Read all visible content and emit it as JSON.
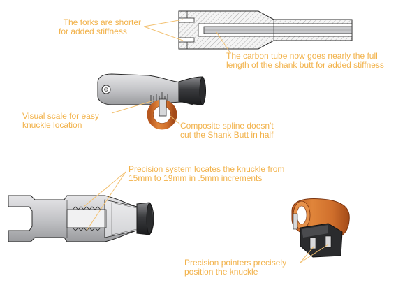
{
  "callouts": {
    "forks": {
      "line1": "The forks are shorter",
      "line2": "for added stiffness"
    },
    "carbon_tube": {
      "line1": "The carbon tube now goes nearly the full",
      "line2": "length of the shank butt for added stiffness"
    },
    "visual_scale": {
      "line1": "Visual scale for easy",
      "line2": "knuckle location"
    },
    "composite_spline": {
      "line1": "Composite spline doesn't",
      "line2": "cut the Shank Butt in half"
    },
    "precision_system": {
      "line1": "Precision system locates the knuckle from",
      "line2": "15mm to 19mm in .5mm increments"
    },
    "precision_pointers": {
      "line1": "Precision pointers precisely",
      "line2": "position the knuckle"
    }
  },
  "colors": {
    "callout_text": "#f2b24a",
    "leader_line": "#f2c070",
    "part_fill": "#cfd0d2",
    "part_outline": "#2a2a2a",
    "composite_ring": "#d9772e"
  }
}
